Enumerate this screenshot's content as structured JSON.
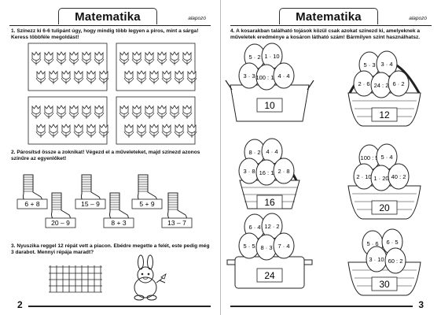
{
  "left": {
    "title": "Matematika",
    "level": "alapozó",
    "page_number": "2",
    "task1": "1. Színezz ki 6-6 tulipánt úgy, hogy mindig több legyen a piros, mint a sárga! Keress többféle megoldást!",
    "task2": "2. Párosítsd össze a zoknikat! Végezd el a műveleteket, majd színezd azonos színűre az egyenlőket!",
    "task3": "3. Nyuszika reggel 12 répát vett a piacon. Ebédre megette a felét, este pedig még 3 darabot. Mennyi répája maradt?",
    "socks": [
      "6 + 8",
      "15 – 9",
      "5 + 9",
      "20 – 9",
      "8 + 3",
      "13 – 7"
    ]
  },
  "right": {
    "title": "Matematika",
    "level": "alapozó",
    "page_number": "3",
    "task4": "4. A kosarakban található tojások közül csak azokat színezd ki, amelyeknek a műveletek eredménye a kosáron látható szám! Bármilyen színt használhatsz.",
    "baskets": [
      {
        "target": "10",
        "eggs": [
          "5 · 2",
          "1 · 10",
          "3 · 3",
          "100 : 10",
          "4 · 4"
        ]
      },
      {
        "target": "12",
        "eggs": [
          "5 · 3",
          "3 · 4",
          "2 · 6",
          "24 : 2",
          "6 · 2"
        ]
      },
      {
        "target": "16",
        "eggs": [
          "8 · 2",
          "4 · 4",
          "3 · 8",
          "16 : 1",
          "2 · 8"
        ]
      },
      {
        "target": "20",
        "eggs": [
          "100 : 5",
          "5 · 4",
          "2 · 10",
          "1 · 20",
          "40 : 2"
        ]
      },
      {
        "target": "24",
        "eggs": [
          "6 · 4",
          "12 · 2",
          "5 · 5",
          "8 · 3",
          "7 · 4"
        ]
      },
      {
        "target": "30",
        "eggs": [
          "5 · 6",
          "6 · 5",
          "3 · 10",
          "60 : 2"
        ]
      }
    ]
  }
}
